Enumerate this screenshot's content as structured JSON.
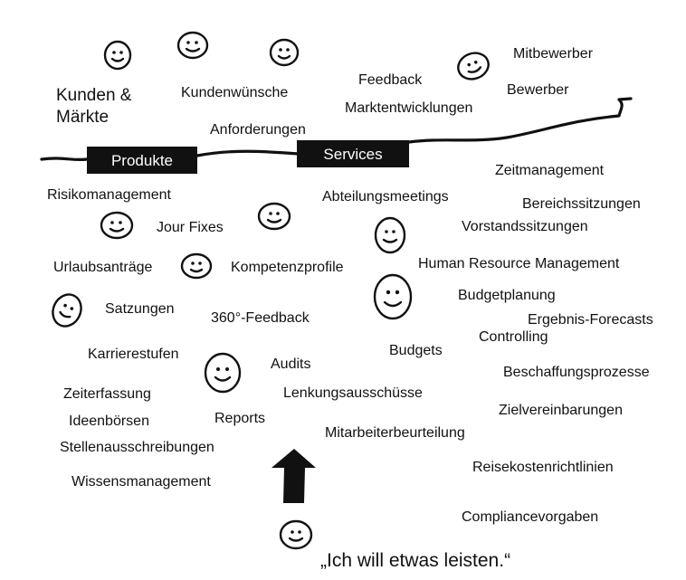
{
  "boxes": {
    "produkte": "Produkte",
    "services": "Services"
  },
  "above": {
    "kunden_line1": "Kunden &",
    "kunden_line2": "Märkte",
    "kundenwuensche": "Kundenwünsche",
    "anforderungen": "Anforderungen",
    "feedback": "Feedback",
    "marktentwicklungen": "Marktentwicklungen",
    "mitbewerber": "Mitbewerber",
    "bewerber": "Bewerber"
  },
  "below": {
    "risikomanagement": "Risikomanagement",
    "jour_fixes": "Jour Fixes",
    "urlaubsantraege": "Urlaubsanträge",
    "kompetenzprofile": "Kompetenzprofile",
    "satzungen": "Satzungen",
    "feedback360": "360°-Feedback",
    "karrierestufen": "Karrierestufen",
    "audits": "Audits",
    "zeiterfassung": "Zeiterfassung",
    "lenkungsausschuesse": "Lenkungsausschüsse",
    "ideenboersen": "Ideenbörsen",
    "reports": "Reports",
    "stellenausschreibungen": "Stellenausschreibungen",
    "mitarbeiterbeurteilung": "Mitarbeiterbeurteilung",
    "wissensmanagement": "Wissensmanagement",
    "zeitmanagement": "Zeitmanagement",
    "abteilungsmeetings": "Abteilungsmeetings",
    "bereichssitzungen": "Bereichssitzungen",
    "vorstandssitzungen": "Vorstandssitzungen",
    "hrm": "Human Resource Management",
    "budgetplanung": "Budgetplanung",
    "ergebnis_forecasts": "Ergebnis-Forecasts",
    "controlling": "Controlling",
    "budgets": "Budgets",
    "beschaffungsprozesse": "Beschaffungsprozesse",
    "zielvereinbarungen": "Zielvereinbarungen",
    "reisekostenrichtlinien": "Reisekostenrichtlinien",
    "compliancevorgaben": "Compliancevorgaben"
  },
  "quote": "„Ich will etwas leisten.“",
  "icons": [
    "smiley-face-icon",
    "up-arrow-icon"
  ],
  "colors": {
    "ink": "#111111",
    "background": "#ffffff"
  }
}
